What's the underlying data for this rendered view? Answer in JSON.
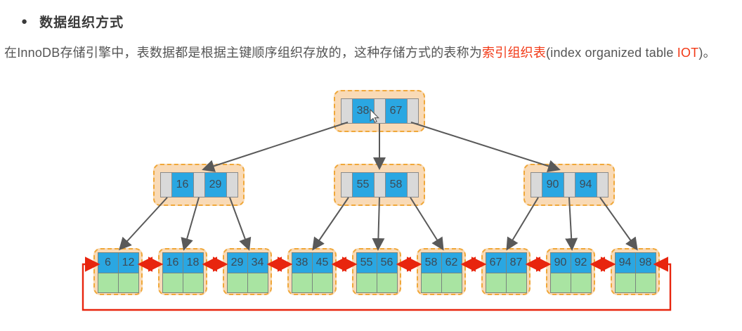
{
  "heading": {
    "bullet": "●",
    "title": "数据组织方式"
  },
  "paragraph": {
    "part1": "在InnoDB存储引擎中，表数据都是根据主键顺序组织存放的，这种存储方式的表称为",
    "highlight1": "索引组织表",
    "part2": "(index organized table ",
    "highlight2": "IOT",
    "part3": ")。"
  },
  "colors": {
    "highlight_red": "#f23a17",
    "page_fill": "#f9dab6",
    "page_border": "#f0a83a",
    "key_blue": "#2aa7e2",
    "pointer_gray": "#d9d9d9",
    "data_green": "#a9e4a2",
    "link_red": "#e8250e",
    "edge_gray": "#595959"
  },
  "tree": {
    "root": {
      "keys": [
        "38",
        "67"
      ]
    },
    "internal": [
      {
        "keys": [
          "16",
          "29"
        ]
      },
      {
        "keys": [
          "55",
          "58"
        ]
      },
      {
        "keys": [
          "90",
          "94"
        ]
      }
    ],
    "leaves": [
      {
        "keys": [
          "6",
          "12"
        ]
      },
      {
        "keys": [
          "16",
          "18"
        ]
      },
      {
        "keys": [
          "29",
          "34"
        ]
      },
      {
        "keys": [
          "38",
          "45"
        ]
      },
      {
        "keys": [
          "55",
          "56"
        ]
      },
      {
        "keys": [
          "58",
          "62"
        ]
      },
      {
        "keys": [
          "67",
          "87"
        ]
      },
      {
        "keys": [
          "90",
          "92"
        ]
      },
      {
        "keys": [
          "94",
          "98"
        ]
      }
    ]
  }
}
